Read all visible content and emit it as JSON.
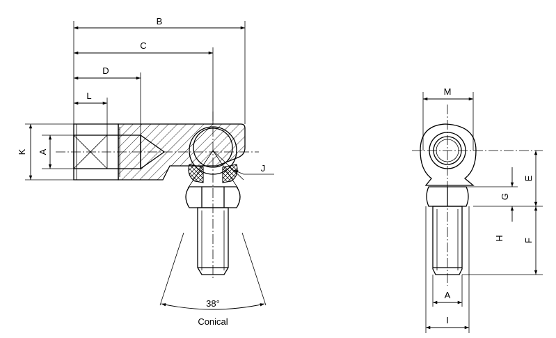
{
  "labels": {
    "B": "B",
    "C": "C",
    "D": "D",
    "L": "L",
    "K": "K",
    "A_left": "A",
    "J": "J",
    "angle": "38°",
    "cone_type": "Conical",
    "M": "M",
    "E": "E",
    "G": "G",
    "H": "H",
    "F": "F",
    "A_right": "A",
    "I": "I"
  }
}
